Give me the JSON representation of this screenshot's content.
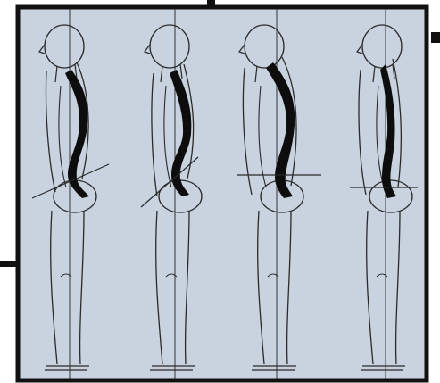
{
  "colors": {
    "panel_background": "#c9d3df",
    "frame": "#111111",
    "body_outline": "#2a2a2a",
    "spine_fill": "#0d0d0d",
    "plumb_line": "#333333"
  },
  "figures": [
    {
      "label": "",
      "posture": "kyphotic-lordotic"
    },
    {
      "label": "",
      "posture": "swayback"
    },
    {
      "label": "",
      "posture": "flat-back-forward-lean"
    },
    {
      "label": "",
      "posture": "flat-back"
    }
  ]
}
